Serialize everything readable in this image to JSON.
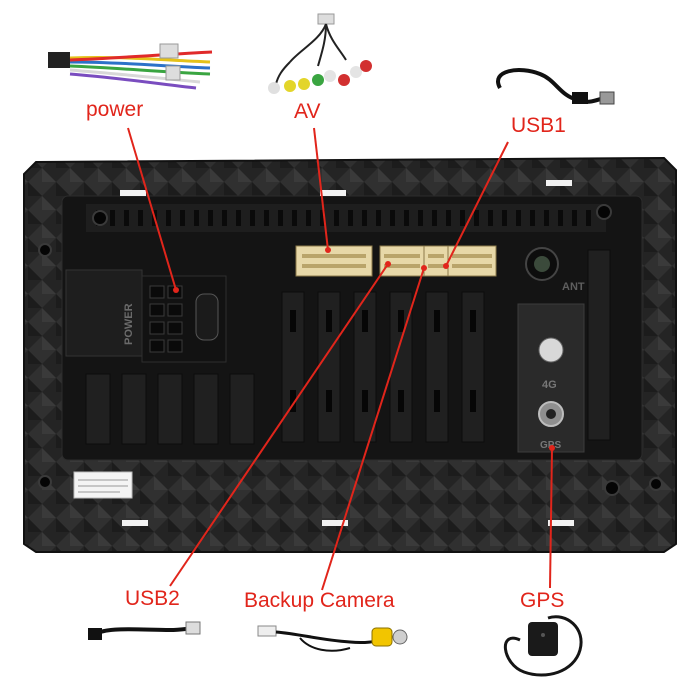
{
  "callouts": {
    "power": "power",
    "av": "AV",
    "usb1": "USB1",
    "usb2": "USB2",
    "backup_camera": "Backup Camera",
    "gps": "GPS"
  },
  "device_markings": {
    "power_socket": "POWER",
    "antenna_socket": "ANT",
    "modem_socket": "4G",
    "gps_socket": "GPS"
  },
  "colors": {
    "callout": "#e1251b",
    "unit_body": "#1a1a1a",
    "connector": "#e7d8a8"
  }
}
